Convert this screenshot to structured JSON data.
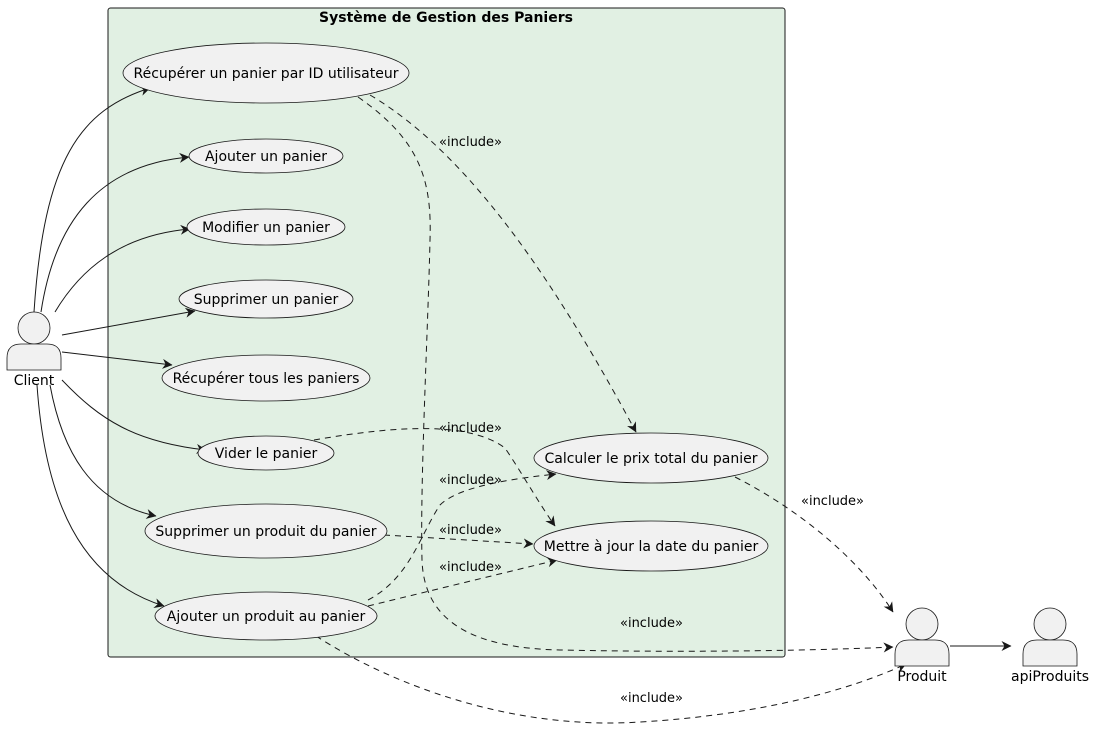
{
  "system": {
    "title": "Système de Gestion des Paniers",
    "fill": "#E1F0E3",
    "stroke": "#181818"
  },
  "style": {
    "node_fill": "#F1F1F1",
    "node_stroke": "#181818",
    "line_color": "#181818"
  },
  "actors": {
    "client": "Client",
    "produit": "Produit",
    "api": "apiProduits"
  },
  "use_cases": {
    "recuperer_par_id": "Récupérer un panier par ID utilisateur",
    "ajouter_panier": "Ajouter un panier",
    "modifier_panier": "Modifier un panier",
    "supprimer_panier": "Supprimer un panier",
    "recuperer_tous": "Récupérer tous les paniers",
    "vider_panier": "Vider le panier",
    "supprimer_produit": "Supprimer un produit du panier",
    "ajouter_produit": "Ajouter un produit au panier",
    "calculer_prix": "Calculer le prix total du panier",
    "mettre_a_jour_date": "Mettre à jour la date du panier"
  },
  "relations": {
    "include_label": "«include»"
  }
}
